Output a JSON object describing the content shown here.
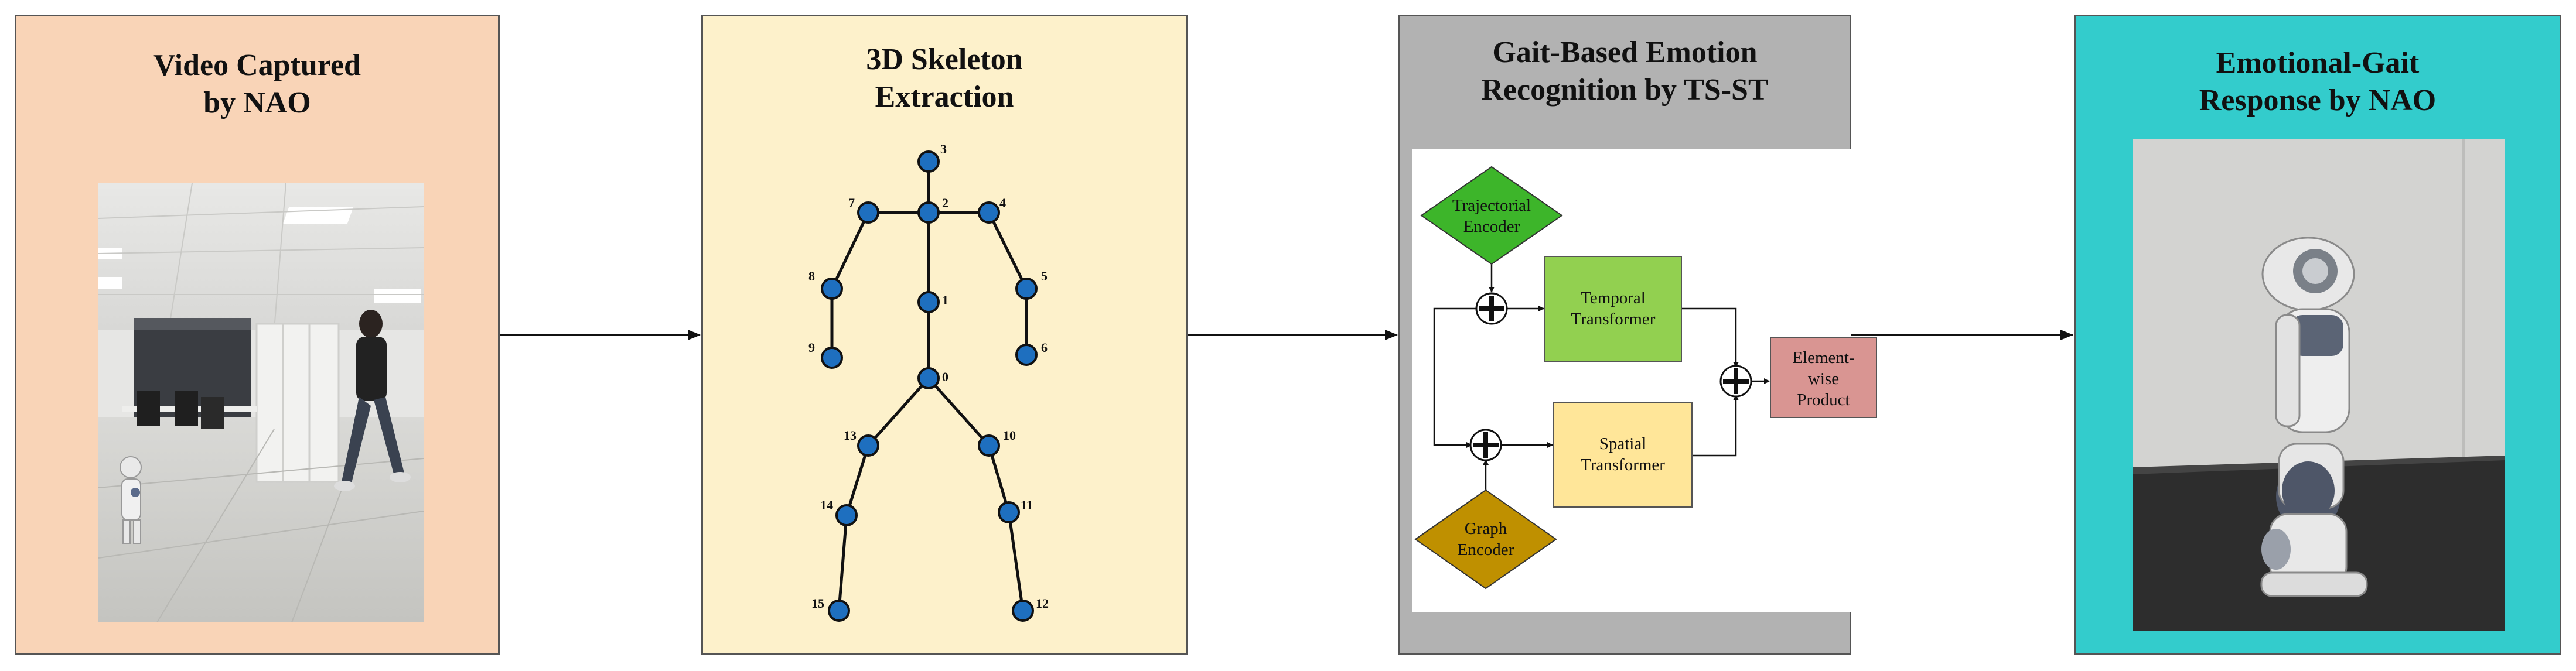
{
  "panels": [
    {
      "title_line1": "Video Captured",
      "title_line2": "by NAO"
    },
    {
      "title_line1": "3D Skeleton",
      "title_line2": "Extraction"
    },
    {
      "title_line1": "Gait-Based Emotion",
      "title_line2": "Recognition by TS-ST"
    },
    {
      "title_line1": "Emotional-Gait",
      "title_line2": "Response by NAO"
    }
  ],
  "colors": {
    "panel1_bg": "#f9d4b7",
    "panel2_bg": "#fdf1cb",
    "panel3_bg": "#b2b2b2",
    "panel4_bg": "#33cccc",
    "joint_fill": "#1e6fbf",
    "trajectorial_encoder": "#3db52a",
    "temporal_transformer": "#92d050",
    "spatial_transformer": "#ffe699",
    "graph_encoder": "#bf9000",
    "product": "#d99592"
  },
  "skeleton": {
    "joint_labels": [
      "0",
      "1",
      "2",
      "3",
      "4",
      "5",
      "6",
      "7",
      "8",
      "9",
      "10",
      "11",
      "12",
      "13",
      "14",
      "15"
    ]
  },
  "network": {
    "trajectorial_encoder": {
      "line1": "Trajectorial",
      "line2": "Encoder"
    },
    "temporal_transformer": {
      "line1": "Temporal",
      "line2": "Transformer"
    },
    "spatial_transformer": {
      "line1": "Spatial",
      "line2": "Transformer"
    },
    "graph_encoder": {
      "line1": "Graph",
      "line2": "Encoder"
    },
    "elementwise_product": {
      "line1": "Element-",
      "line2": "wise",
      "line3": "Product"
    }
  }
}
